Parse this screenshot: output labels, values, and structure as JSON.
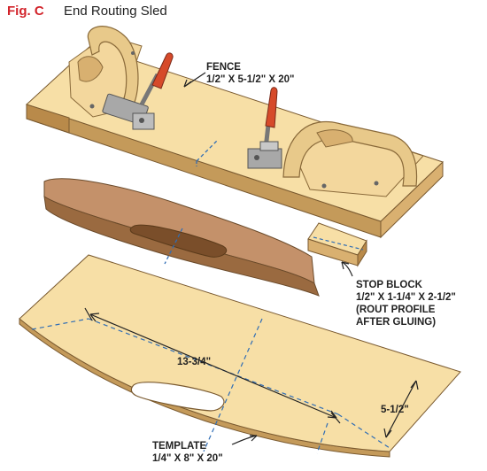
{
  "figure": {
    "label": "Fig. C",
    "title": "End Routing Sled"
  },
  "callouts": {
    "fence": {
      "name": "FENCE",
      "dims": "1/2\" X 5-1/2\" X 20\""
    },
    "stop_block": {
      "name": "STOP BLOCK",
      "dims": "1/2\" X 1-1/4\" X 2-1/2\"",
      "note_1": "(ROUT PROFILE",
      "note_2": "AFTER GLUING)"
    },
    "template": {
      "name": "TEMPLATE",
      "dims": "1/4\" X 8\" X 20\""
    },
    "dim_length": "13-3/4\"",
    "dim_width": "5-1/2\""
  },
  "colors": {
    "wood_light": "#f7dfa6",
    "wood_mid": "#e9c47f",
    "wood_dark": "#c49a5a",
    "curved_piece": "#b07a4a",
    "handle": "#e8c98a",
    "clamp_handle": "#d64a2a",
    "metal": "#a8a8a8",
    "dashed_line": "#2f6db5",
    "title_red": "#d2232a"
  }
}
